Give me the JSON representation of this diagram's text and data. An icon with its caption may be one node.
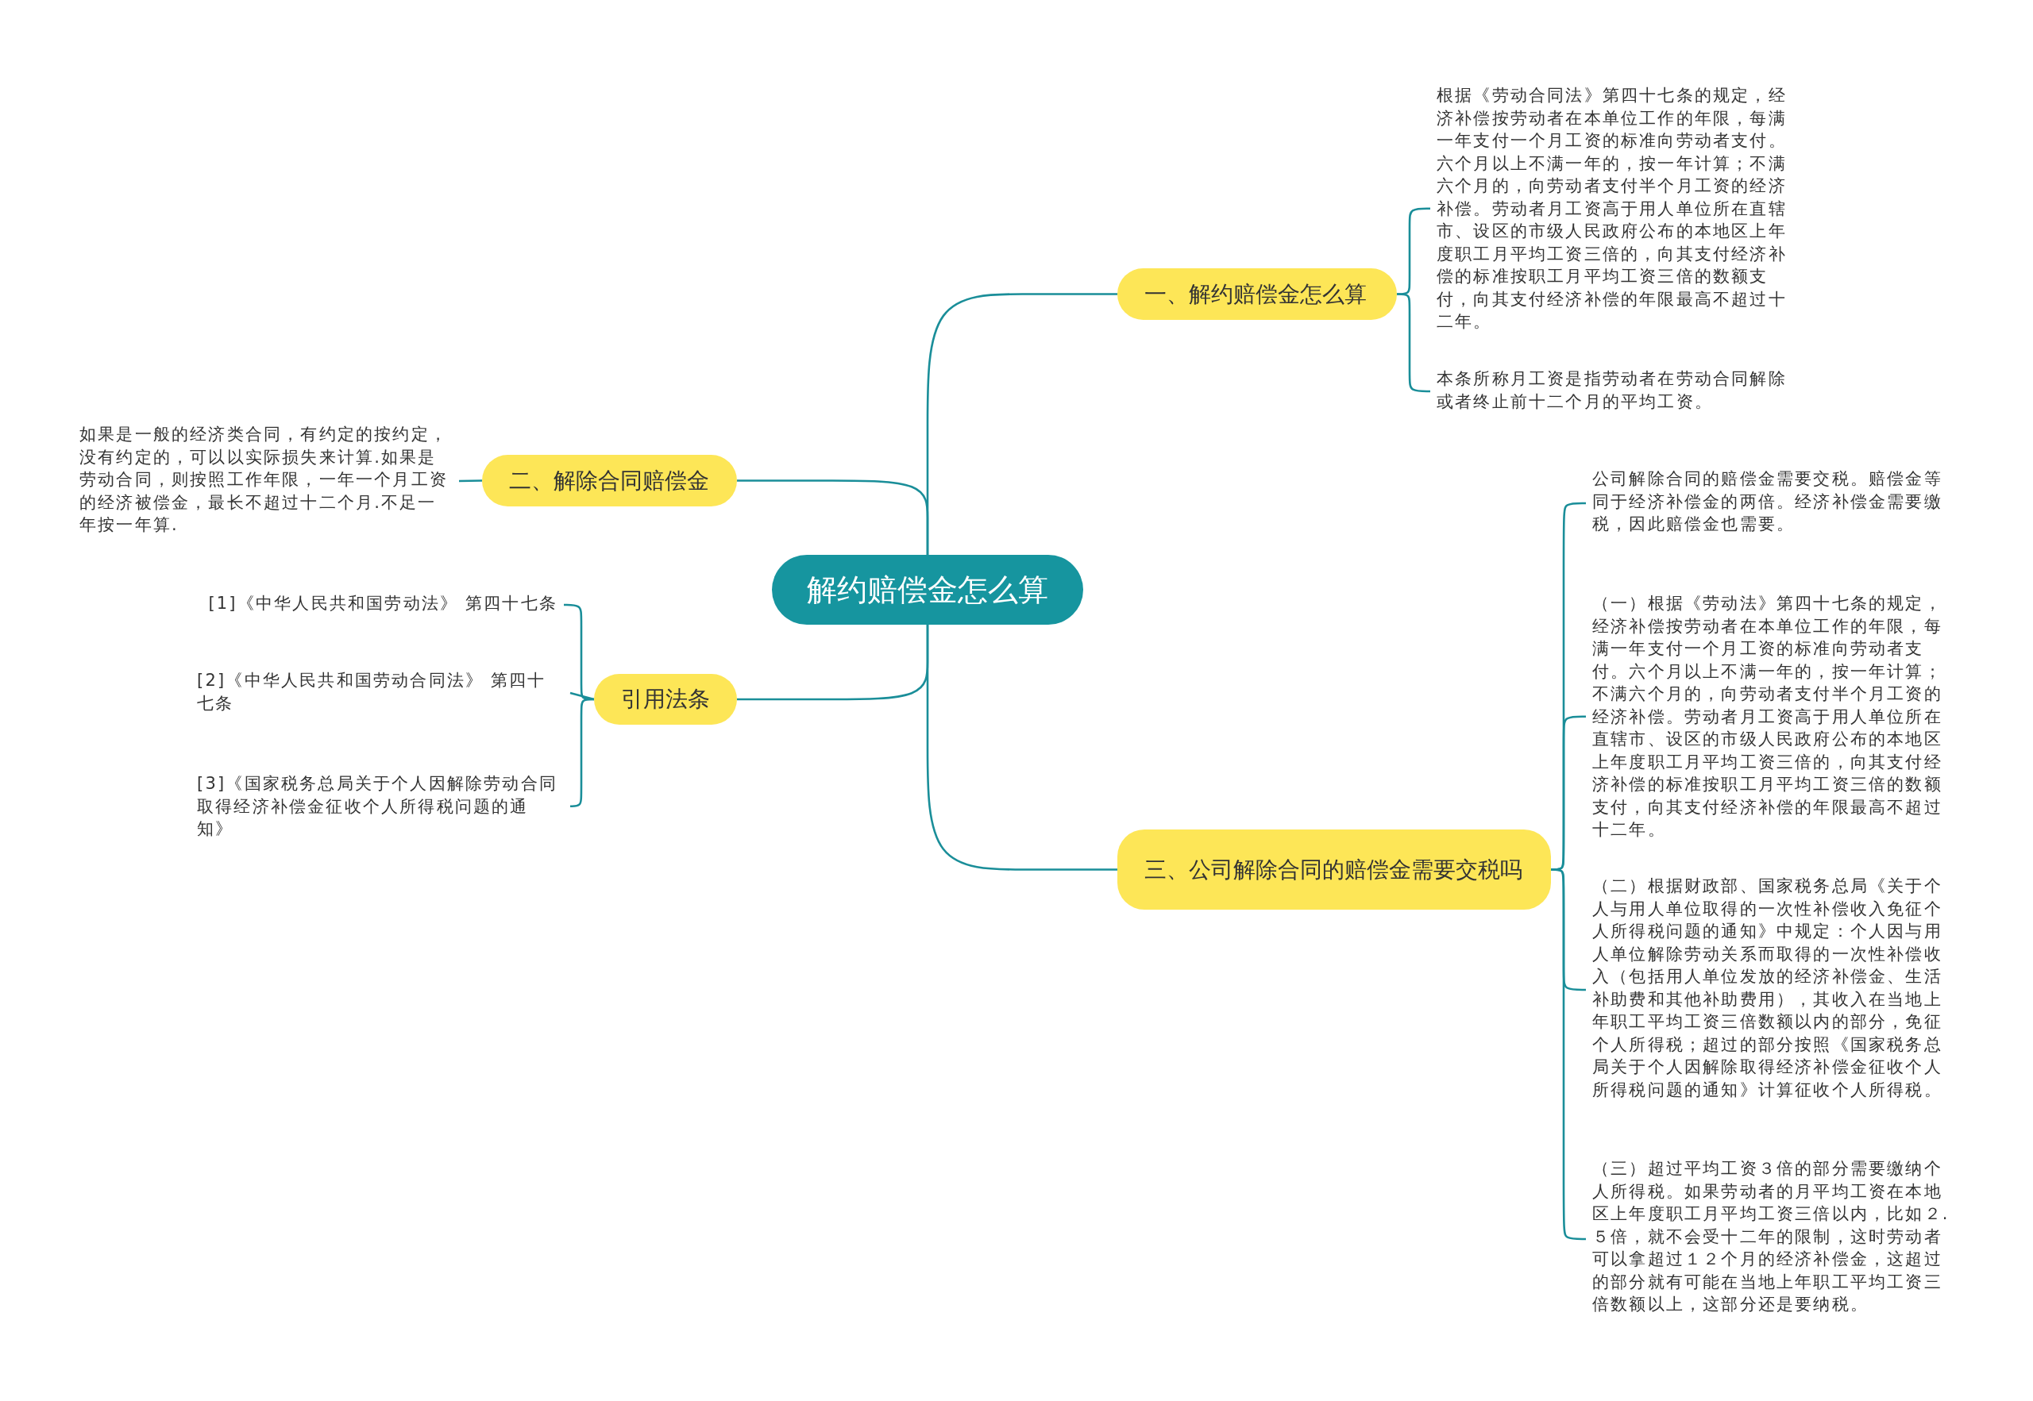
{
  "diagram": {
    "nodes": [
      {
        "text": [
          "解约赔偿金怎么算"
        ]
      },
      {
        "text": [
          "一、解约赔偿金怎么算"
        ]
      },
      {
        "text": [
          "根据《劳动合同法》第四十七条的规定，经济补偿按劳动者在本单位工作的年限，每满一年支付一个月工资的标准向劳动者支付。六个月以上不满一年的，按一年计算；不满六个月的，向劳动者支付半个月工资的经济补偿。劳动者月工资高于用人单位所在直辖市、设区的市级人民政府公布的本地区上年度职工月平均工资三倍的，向其支付经济补偿的标准按职工月平均工资三倍的数额支付，向其支付经济补偿的年限最高不超过十二年。"
        ]
      },
      {
        "text": [
          "本条所称月工资是指劳动者在劳动合同解除或者终止前十二个月的平均工资。"
        ]
      },
      {
        "text": [
          "二、解除合同赔偿金"
        ]
      },
      {
        "text": [
          "如果是一般的经济类合同，有约定的按约定，没有约定的，可以以实际损失来计算.如果是劳动合同，则按照工作年限，一年一个月工资的经济被偿金，最长不超过十二个月.不足一年按一年算."
        ]
      },
      {
        "text": [
          "引用法条"
        ]
      },
      {
        "text": [
          "[1]《中华人民共和国劳动法》 第四十七条"
        ]
      },
      {
        "text": [
          "[2]《中华人民共和国劳动合同法》 第四十七条"
        ]
      },
      {
        "text": [
          "[3]《国家税务总局关于个人因解除劳动合同取得经济补偿金征收个人所得税问题的通知》"
        ]
      },
      {
        "text": [
          "三、公司解除合同的赔偿金需要交税吗"
        ]
      },
      {
        "text": [
          "公司解除合同的赔偿金需要交税。赔偿金等同于经济补偿金的两倍。经济补偿金需要缴税，因此赔偿金也需要。"
        ]
      },
      {
        "text": [
          "（一）根据《劳动法》第四十七条的规定，经济补偿按劳动者在本单位工作的年限，每满一年支付一个月工资的标准向劳动者支付。六个月以上不满一年的，按一年计算；不满六个月的，向劳动者支付半个月工资的经济补偿。劳动者月工资高于用人单位所在直辖市、设区的市级人民政府公布的本地区上年度职工月平均工资三倍的，向其支付经济补偿的标准按职工月平均工资三倍的数额支付，向其支付经济补偿的年限最高不超过十二年。"
        ]
      },
      {
        "text": [
          "（二）根据财政部、国家税务总局《关于个人与用人单位取得的一次性补偿收入免征个人所得税问题的通知》中规定：个人因与用人单位解除劳动关系而取得的一次性补偿收入（包括用人单位发放的经济补偿金、生活补助费和其他补助费用），其收入在当地上年职工平均工资三倍数额以内的部分，免征个人所得税；超过的部分按照《国家税务总局关于个人因解除取得经济补偿金征收个人所得税问题的通知》计算征收个人所得税。"
        ]
      },
      {
        "text": [
          "（三）超过平均工资３倍的部分需要缴纳个人所得税。如果劳动者的月平均工资在本地区上年度职工月平均工资三倍以内，比如２.５倍，就不会受十二年的限制，这时劳动者可以拿超过１２个月的经济补偿金，这超过的部分就有可能在当地上年职工平均工资三倍数额以上，这部分还是要纳税。"
        ]
      }
    ],
    "edges": [
      {
        "from": 0,
        "to": 1,
        "arrow": "none"
      },
      {
        "from": 1,
        "to": 2,
        "arrow": "none"
      },
      {
        "from": 1,
        "to": 3,
        "arrow": "none"
      },
      {
        "from": 0,
        "to": 4,
        "arrow": "none"
      },
      {
        "from": 4,
        "to": 5,
        "arrow": "none"
      },
      {
        "from": 0,
        "to": 6,
        "arrow": "none"
      },
      {
        "from": 6,
        "to": 7,
        "arrow": "none"
      },
      {
        "from": 6,
        "to": 8,
        "arrow": "none"
      },
      {
        "from": 6,
        "to": 9,
        "arrow": "none"
      },
      {
        "from": 0,
        "to": 10,
        "arrow": "none"
      },
      {
        "from": 10,
        "to": 11,
        "arrow": "none"
      },
      {
        "from": 10,
        "to": 12,
        "arrow": "none"
      },
      {
        "from": 10,
        "to": 13,
        "arrow": "none"
      },
      {
        "from": 10,
        "to": 14,
        "arrow": "none"
      }
    ]
  }
}
